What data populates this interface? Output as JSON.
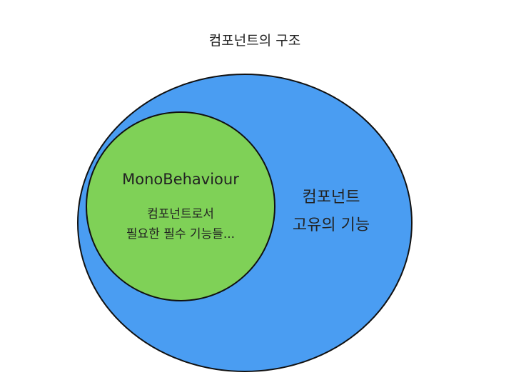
{
  "diagram": {
    "title": "컴포넌트의 구조",
    "outer": {
      "label_line1": "컴포넌트",
      "label_line2": "고유의 기능",
      "fill_color": "#4a9df2"
    },
    "inner": {
      "title": "MonoBehaviour",
      "desc_line1": "컴포넌트로서",
      "desc_line2": "필요한 필수 기능들...",
      "fill_color": "#7fd157"
    }
  }
}
